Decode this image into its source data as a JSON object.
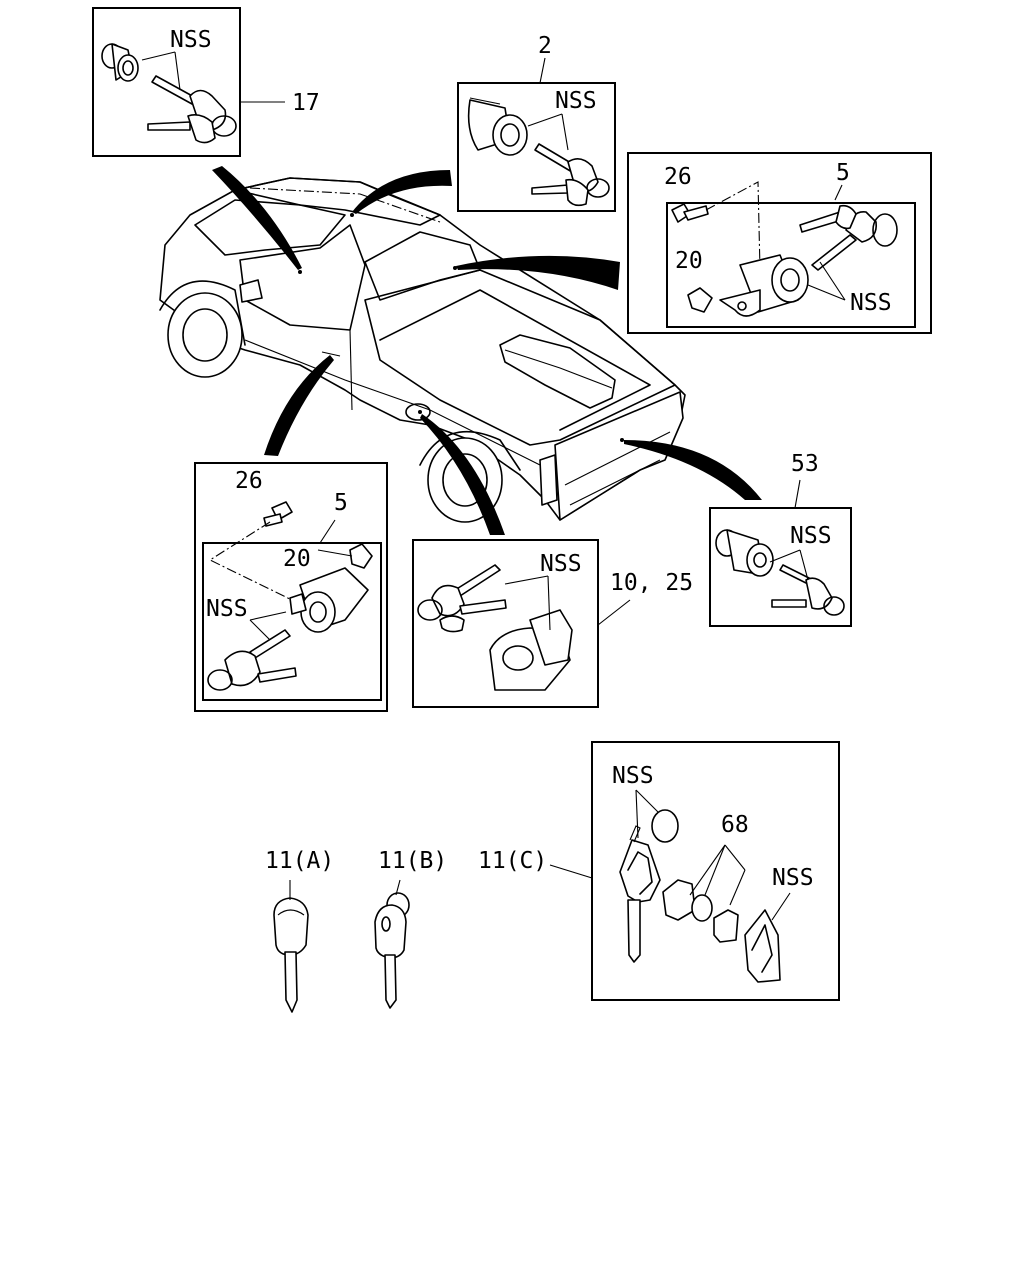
{
  "labels": {
    "nss": "NSS",
    "p17": "17",
    "p2": "2",
    "p26a": "26",
    "p5a": "5",
    "p20a": "20",
    "p26b": "26",
    "p5b": "5",
    "p20b": "20",
    "p53": "53",
    "p10_25": "10, 25",
    "p11a": "11(A)",
    "p11b": "11(B)",
    "p11c": "11(C)",
    "p68": "68"
  }
}
